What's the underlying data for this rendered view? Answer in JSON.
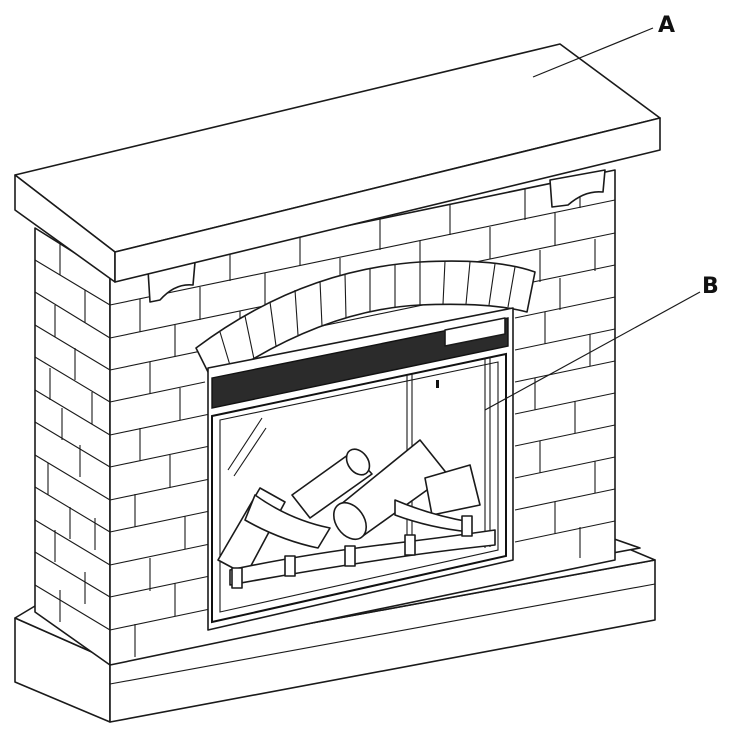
{
  "diagram": {
    "callouts": [
      {
        "id": "A",
        "label": "A"
      },
      {
        "id": "B",
        "label": "B"
      }
    ],
    "control_panel_text": "■ ☉ ✱ ▲ ⏻"
  }
}
